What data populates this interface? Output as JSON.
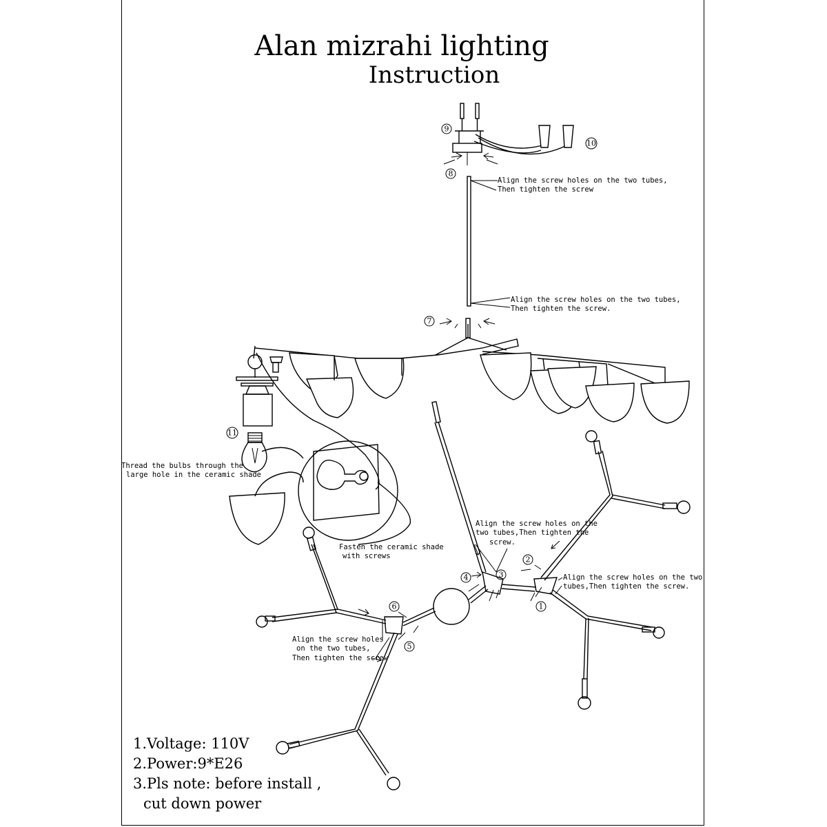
{
  "header": {
    "title": "Alan mizrahi lighting",
    "subtitle": "Instruction"
  },
  "part_numbers": [
    "9",
    "10",
    "8",
    "7",
    "11",
    "4",
    "3",
    "2",
    "1",
    "6",
    "5"
  ],
  "notes": {
    "align_top": [
      "Align the screw holes on the two tubes,",
      "Then tighten the screw"
    ],
    "align_middle": [
      "Align the screw holes on the two tubes,",
      "Then tighten the screw."
    ],
    "thread_bulbs": [
      "Thread the bulbs through the",
      "large hole in the ceramic shade"
    ],
    "fasten_shade": [
      "Fasten the ceramic shade",
      "with screws"
    ],
    "align_center": [
      "Align the screw holes on the",
      "two tubes,Then tighten the",
      "screw."
    ],
    "align_right": [
      "Align the screw holes on the two",
      "tubes,Then tighten the screw."
    ],
    "align_left": [
      "Align the screw holes",
      "on the two tubes,",
      "Then tighten the screw"
    ]
  },
  "specs": {
    "voltage": "1.Voltage: 110V",
    "power": "2.Power:9*E26",
    "note_line1": "3.Pls note:  before install ,",
    "note_line2": "cut down power"
  }
}
